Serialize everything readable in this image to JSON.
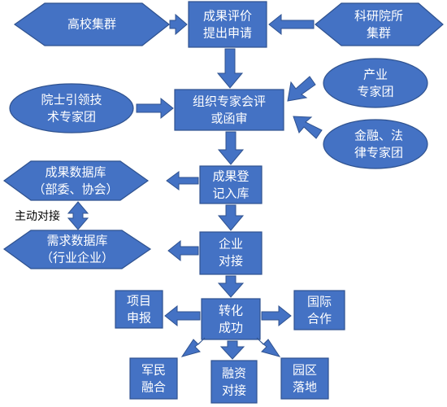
{
  "nodes": {
    "universities": {
      "lines": [
        "高校集群"
      ]
    },
    "application": {
      "lines": [
        "成果评价",
        "提出申请"
      ]
    },
    "institutes": {
      "lines": [
        "科研院所",
        "集群"
      ]
    },
    "industry_experts": {
      "lines": [
        "产业",
        "专家团"
      ]
    },
    "academician_experts": {
      "lines": [
        "院士引领技",
        "术专家团"
      ]
    },
    "expert_review": {
      "lines": [
        "组织专家会评",
        "或函审"
      ]
    },
    "finance_law_experts": {
      "lines": [
        "金融、法",
        "律专家团"
      ]
    },
    "results_database": {
      "lines": [
        "成果数据库",
        "（部委、协会）"
      ]
    },
    "registration": {
      "lines": [
        "成果登",
        "记入库"
      ]
    },
    "demand_database": {
      "lines": [
        "需求数据库",
        "（行业企业）"
      ]
    },
    "enterprise_docking": {
      "lines": [
        "企业",
        "对接"
      ]
    },
    "project_declaration": {
      "lines": [
        "项目",
        "申报"
      ]
    },
    "transformation_success": {
      "lines": [
        "转化",
        "成功"
      ]
    },
    "international_cooperation": {
      "lines": [
        "国际",
        "合作"
      ]
    },
    "military_civil": {
      "lines": [
        "军民",
        "融合"
      ]
    },
    "financing_docking": {
      "lines": [
        "融资",
        "对接"
      ]
    },
    "park_landing": {
      "lines": [
        "园区",
        "落地"
      ]
    }
  },
  "active_docking_label": "主动对接",
  "colors": {
    "shape_fill": "#4472c4",
    "shape_stroke": "#2f528f",
    "text": "#ffffff",
    "background": "#ffffff"
  }
}
